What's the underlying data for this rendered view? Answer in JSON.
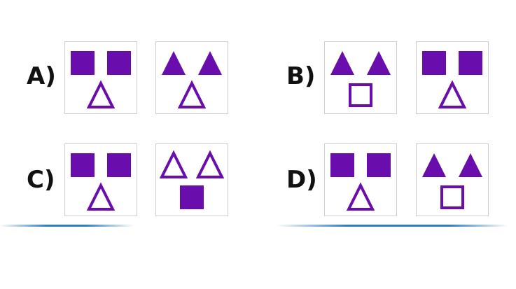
{
  "colors": {
    "shape": "#6a0dad",
    "panel_border": "#cfcfcf",
    "rule": "#2d7dd2",
    "label": "#111111"
  },
  "options": [
    {
      "label": "A)",
      "panels": [
        {
          "top": [
            "square-filled",
            "square-filled"
          ],
          "bottom": "triangle-outline"
        },
        {
          "top": [
            "triangle-filled",
            "triangle-filled"
          ],
          "bottom": "triangle-outline"
        }
      ]
    },
    {
      "label": "B)",
      "panels": [
        {
          "top": [
            "triangle-filled",
            "triangle-filled"
          ],
          "bottom": "square-outline"
        },
        {
          "top": [
            "square-filled",
            "square-filled"
          ],
          "bottom": "triangle-outline"
        }
      ]
    },
    {
      "label": "C)",
      "panels": [
        {
          "top": [
            "square-filled",
            "square-filled"
          ],
          "bottom": "triangle-outline"
        },
        {
          "top": [
            "triangle-outline",
            "triangle-outline"
          ],
          "bottom": "square-filled"
        }
      ]
    },
    {
      "label": "D)",
      "panels": [
        {
          "top": [
            "square-filled",
            "square-filled"
          ],
          "bottom": "triangle-outline"
        },
        {
          "top": [
            "triangle-filled",
            "triangle-filled"
          ],
          "bottom": "square-outline"
        }
      ]
    }
  ]
}
